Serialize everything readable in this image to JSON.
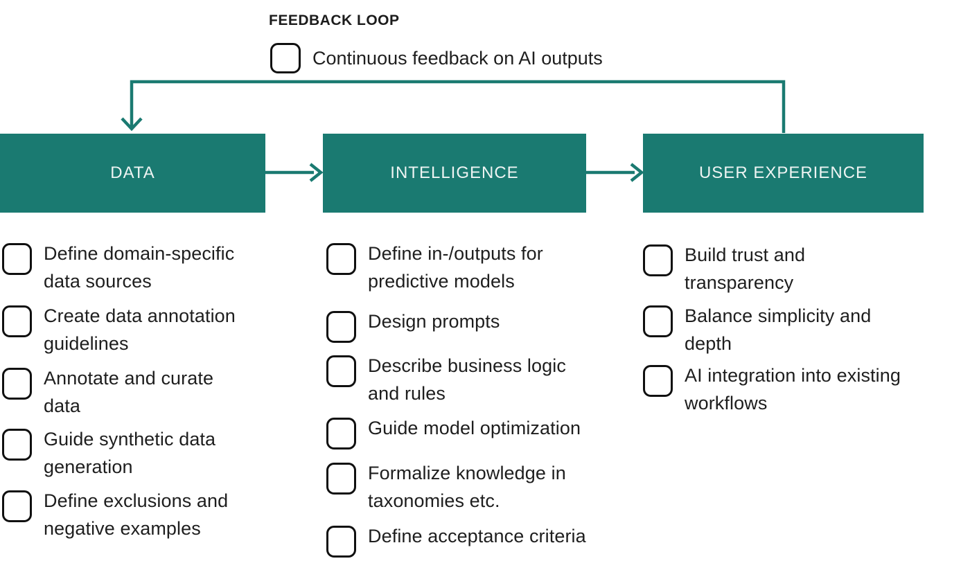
{
  "feedback_loop": {
    "title": "FEEDBACK LOOP",
    "item": "Continuous feedback on AI outputs"
  },
  "stages": [
    {
      "label": "DATA",
      "items": [
        "Define domain-specific\ndata sources",
        "Create data annotation\nguidelines",
        "Annotate and curate\ndata",
        "Guide synthetic data\ngeneration",
        "Define exclusions and\nnegative examples"
      ]
    },
    {
      "label": "INTELLIGENCE",
      "items": [
        "Define in-/outputs for\npredictive models",
        "Design prompts",
        "Describe business logic\nand rules",
        "Guide model optimization",
        "Formalize knowledge in\ntaxonomies etc.",
        "Define acceptance criteria"
      ]
    },
    {
      "label": "USER EXPERIENCE",
      "items": [
        "Build trust and\ntransparency",
        "Balance simplicity and\ndepth",
        "AI integration into existing\nworkflows"
      ]
    }
  ],
  "icons": {
    "checkbox": "empty-rounded-checkbox",
    "arrow_right": "chevron-right-arrow",
    "arrow_down": "chevron-down-arrow"
  },
  "colors": {
    "accent_teal": "#1a7a71",
    "text_dark": "#1e1e1e",
    "stage_label": "#eef4f3",
    "background": "#ffffff"
  }
}
